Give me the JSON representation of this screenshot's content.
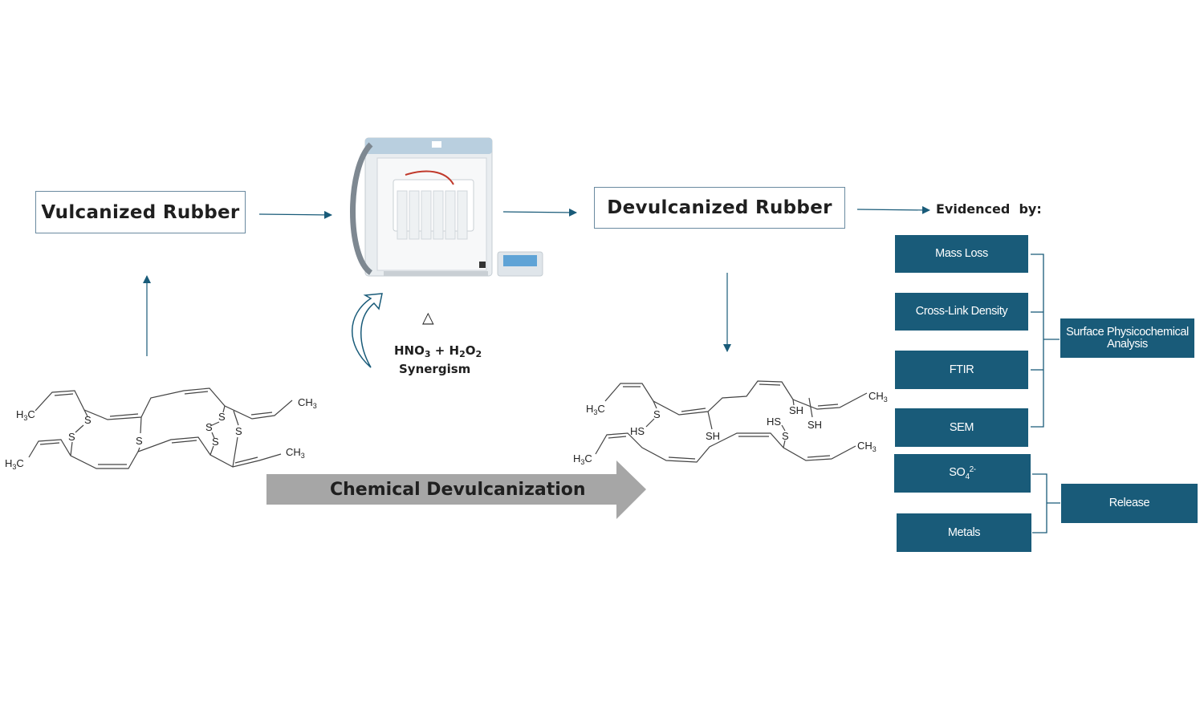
{
  "nodes": {
    "vulcanized": "Vulcanized Rubber",
    "devulcanized": "Devulcanized Rubber",
    "evidenced": "Evidenced  by:",
    "process": "Chemical Devulcanization",
    "delta": "△",
    "reagent_hno": "HNO",
    "reagent_sub1": "3",
    "reagent_plus": " + H",
    "reagent_sub2": "2",
    "reagent_o": "O",
    "reagent_sub3": "2",
    "synergism": "Synergism"
  },
  "evidence": {
    "mass_loss": "Mass Loss",
    "crosslink": "Cross-Link Density",
    "ftir": "FTIR",
    "sem": "SEM",
    "so4_base": "SO",
    "so4_sub": "4",
    "so4_sup": "2-",
    "metals": "Metals",
    "surface": "Surface Physicochemical Analysis",
    "release": "Release"
  },
  "chem": {
    "h3c": "H3C",
    "ch3": "CH3",
    "s": "S",
    "sh": "SH",
    "hs": "HS"
  },
  "colors": {
    "accent": "#195b79",
    "arrow_gray": "#a6a6a6"
  }
}
